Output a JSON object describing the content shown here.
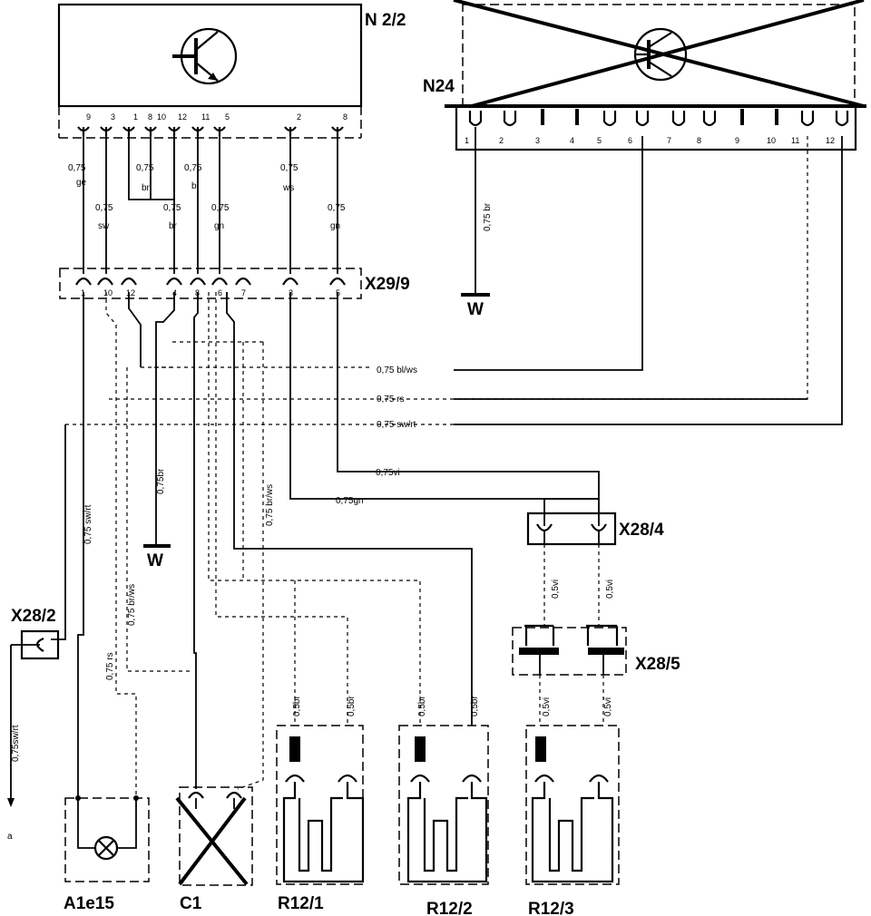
{
  "components": {
    "n2_2": "N 2/2",
    "n24": "N24",
    "x29_9": "X29/9",
    "x28_4": "X28/4",
    "x28_5": "X28/5",
    "x28_2": "X28/2",
    "a1e15": "A1e15",
    "c1": "C1",
    "r12_1": "R12/1",
    "r12_2": "R12/2",
    "r12_3": "R12/3",
    "ground_1": "W",
    "ground_2": "W",
    "ref_a": "a"
  },
  "pins": {
    "n2_2": [
      "9",
      "3",
      "1",
      "8",
      "10",
      "12",
      "11",
      "5",
      "2",
      "8"
    ],
    "n24": [
      "1",
      "2",
      "3",
      "4",
      "5",
      "6",
      "7",
      "8",
      "9",
      "10",
      "11",
      "12"
    ],
    "x29_9": [
      "1",
      "10",
      "12",
      "4",
      "8",
      "6",
      "7",
      "3",
      "5"
    ]
  },
  "wires": {
    "w_ge": {
      "size": "0,75",
      "color": "ge"
    },
    "w_sw": {
      "size": "0,75",
      "color": "sw"
    },
    "w_br_top": {
      "size": "0,75",
      "color": "br"
    },
    "w_bl": {
      "size": "0,75",
      "color": "bl"
    },
    "w_br2": {
      "size": "0,75",
      "color": "br"
    },
    "w_gn": {
      "size": "0,75",
      "color": "gn"
    },
    "w_ws": {
      "size": "0,75",
      "color": "ws"
    },
    "w_gn2": {
      "size": "0,75",
      "color": "gn"
    },
    "n24_br": "0,75 br",
    "h_blws": "0,75 bl/ws",
    "h_rs": "0,75 rs",
    "h_swrt": "0,75 sw/rt",
    "h_vi": "0,75vi",
    "h_gn": "0,75gn",
    "v_br": "0,75br",
    "v_brws": "0,75 br/ws",
    "v_swrt": "0,75 sw/rt",
    "v_rs": "0,75 rs",
    "v_brws2": "0,75 br/ws",
    "x28_2_out": "0,75sw/rt",
    "r1a": "0,5br",
    "r1b": "0,5br",
    "r2a": "0,5br",
    "r2b": "0,5br",
    "x5a": "0,5vi",
    "x5b": "0,5vi",
    "r3a": "0,5vi",
    "r3b": "0,5vi"
  }
}
